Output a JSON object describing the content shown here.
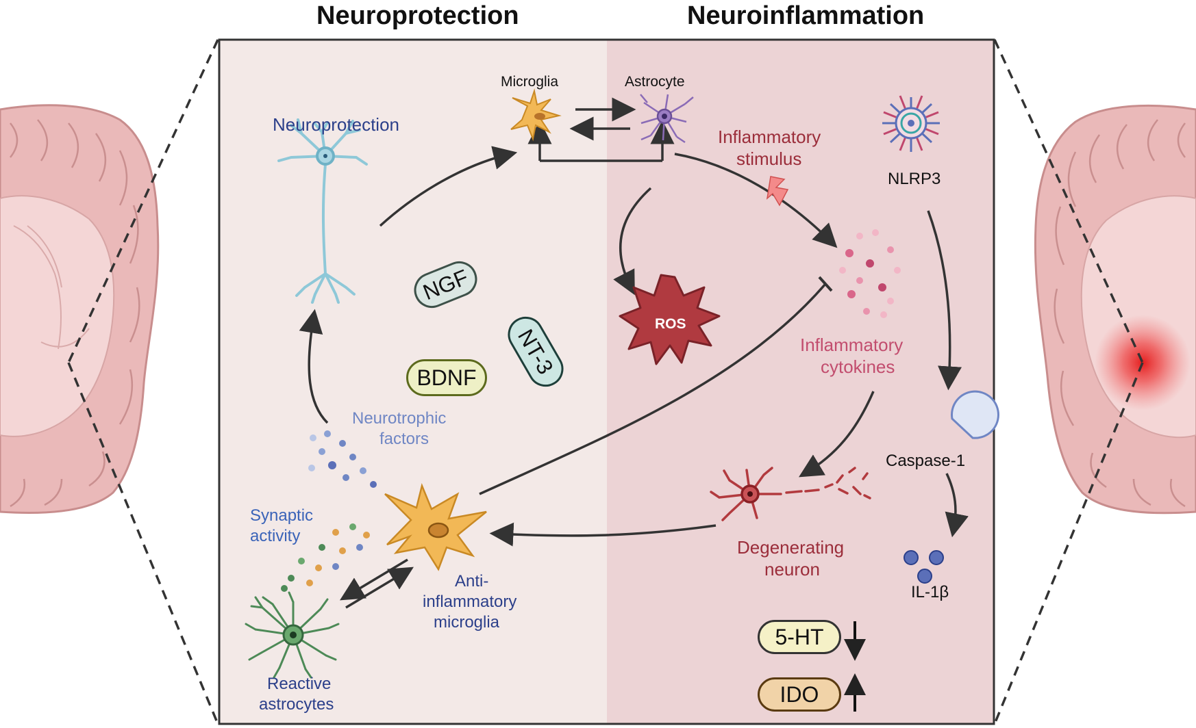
{
  "headers": {
    "left": "Neuroprotection",
    "right": "Neuroinflammation"
  },
  "labels": {
    "microglia": "Microglia",
    "astrocyte": "Astrocyte",
    "neuroprotection": "Neuroprotection",
    "inflammatory_stimulus_1": "Inflammatory",
    "inflammatory_stimulus_2": "stimulus",
    "nlrp3": "NLRP3",
    "ros": "ROS",
    "inflammatory_cytokines_1": "Inflammatory",
    "inflammatory_cytokines_2": "cytokines",
    "caspase": "Caspase-1",
    "neurotrophic_1": "Neurotrophic",
    "neurotrophic_2": "factors",
    "synaptic_1": "Synaptic",
    "synaptic_2": "activity",
    "degenerating_1": "Degenerating",
    "degenerating_2": "neuron",
    "anti_1": "Anti-",
    "anti_2": "inflammatory",
    "anti_3": "microglia",
    "il1b": "IL-1β",
    "reactive_1": "Reactive",
    "reactive_2": "astrocytes"
  },
  "factors": {
    "ngf": "NGF",
    "nt3": "NT-3",
    "bdnf": "BDNF",
    "ht5": "5-HT",
    "ido": "IDO"
  },
  "colors": {
    "left_panel": "#f3e9e7",
    "right_panel": "#ecd3d5",
    "navy_text": "#2b3f8a",
    "red_text": "#9b2d3a",
    "pink_text": "#c24d6e",
    "light_blue_text": "#6f86c4",
    "ros_fill": "#b03a40",
    "microglia": "#f2b856",
    "astrocyte": "#9b7dc4",
    "neuron_healthy": "#8ec8d8",
    "neuron_degenerating": "#b23a3e",
    "reactive_astrocyte": "#4d8a57",
    "brain": "#e8b6b6"
  }
}
